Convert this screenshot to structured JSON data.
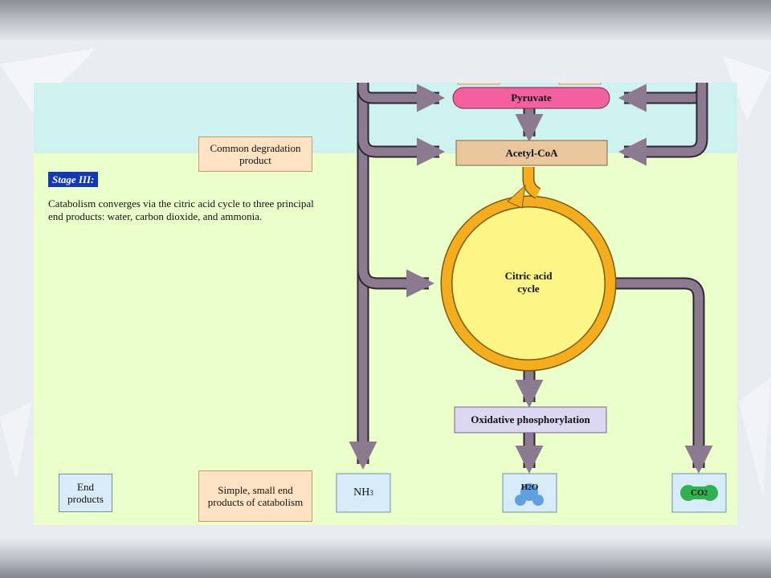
{
  "stage": {
    "label": "Stage III:",
    "description": "Catabolism converges via the citric acid cycle to three principal end products: water, carbon dioxide, and ammonia."
  },
  "labels": {
    "common_product": "Common degradation product",
    "end_products": "End products",
    "simple_products": "Simple, small end products of catabolism"
  },
  "nodes": {
    "pyruvate": "Pyruvate",
    "acetyl_coa": "Acetyl-CoA",
    "citric_acid_cycle": "Citric acid cycle",
    "oxidative_phosphorylation": "Oxidative phosphorylation"
  },
  "products": {
    "nh3": {
      "main": "NH",
      "sub": "3"
    },
    "h2o": {
      "pre": "H",
      "sub": "2",
      "post": "O"
    },
    "co2": {
      "main": "CO",
      "sub": "2"
    }
  },
  "colors": {
    "arrow": "#8c7b90",
    "cycle_ring": "#f4ad1c",
    "cycle_fill": "#fdf585",
    "pyruvate": "#f4609f",
    "acetyl_coa": "#e9c69c",
    "oxphos": "#dcd8f2",
    "water_molecule": "#5fa1e0",
    "co2_molecule": "#2fb24f",
    "stage_label": "#1238b3"
  }
}
